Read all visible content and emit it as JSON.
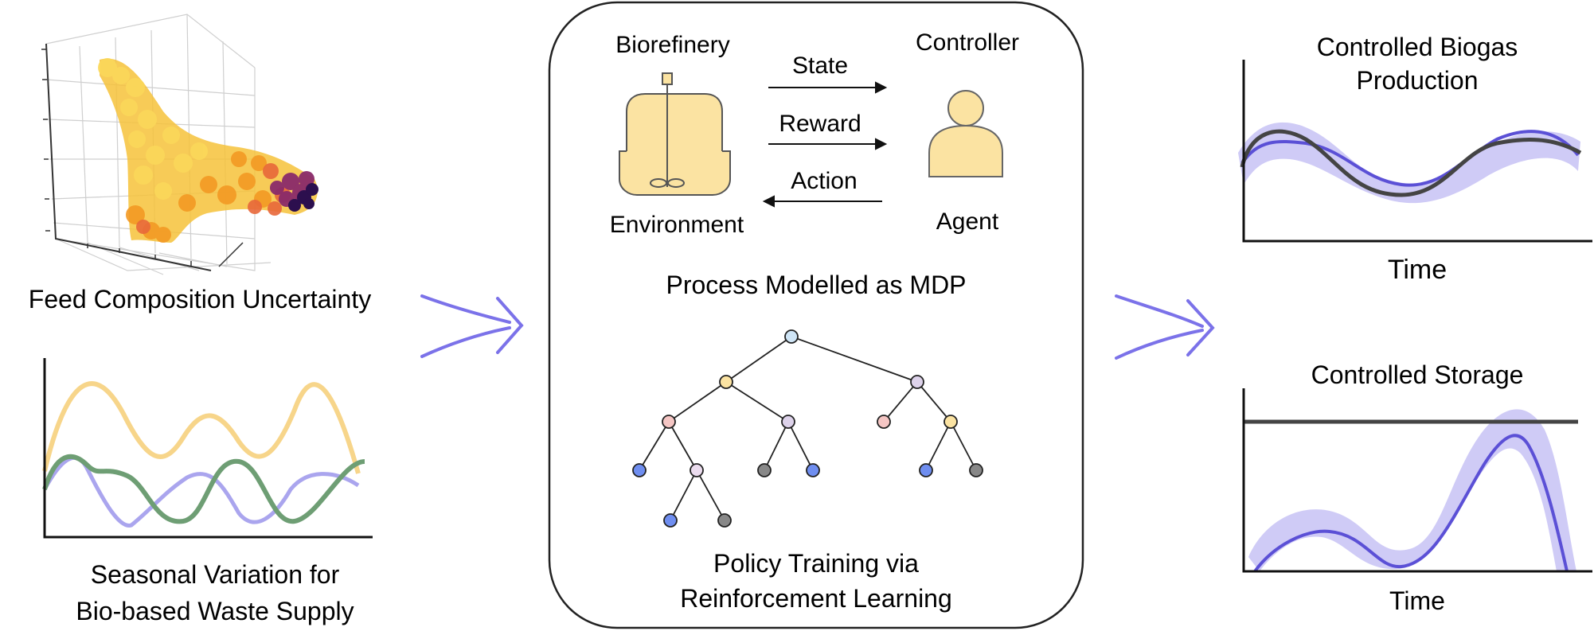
{
  "left": {
    "scatter_caption": "Feed Composition Uncertainty",
    "seasonal_caption_line1": "Seasonal Variation for",
    "seasonal_caption_line2": "Bio-based Waste Supply"
  },
  "mdp": {
    "environment_title": "Biorefinery",
    "environment_label": "Environment",
    "agent_title": "Controller",
    "agent_label": "Agent",
    "arrow_state": "State",
    "arrow_reward": "Reward",
    "arrow_action": "Action",
    "mdp_caption": "Process Modelled as MDP",
    "training_caption_line1": "Policy Training via",
    "training_caption_line2": "Reinforcement Learning"
  },
  "right": {
    "biogas_title_line1": "Controlled Biogas",
    "biogas_title_line2": "Production",
    "biogas_xlabel": "Time",
    "storage_title": "Controlled Storage",
    "storage_xlabel": "Time"
  },
  "colors": {
    "flow_arrow": "#7b72e9",
    "controlled_line": "#5b50d6",
    "uncertainty_band": "#cfcbf6",
    "reference_line": "#444444",
    "seasonal_yellow": "#f7d58a",
    "seasonal_green": "#6e9e74",
    "seasonal_lavender": "#aaa5ee",
    "icon_fill": "#fbe3a2",
    "icon_stroke": "#555555"
  },
  "icons": {
    "reactor": "bioreactor-icon",
    "agent": "person-icon",
    "tree": "decision-tree-icon"
  }
}
